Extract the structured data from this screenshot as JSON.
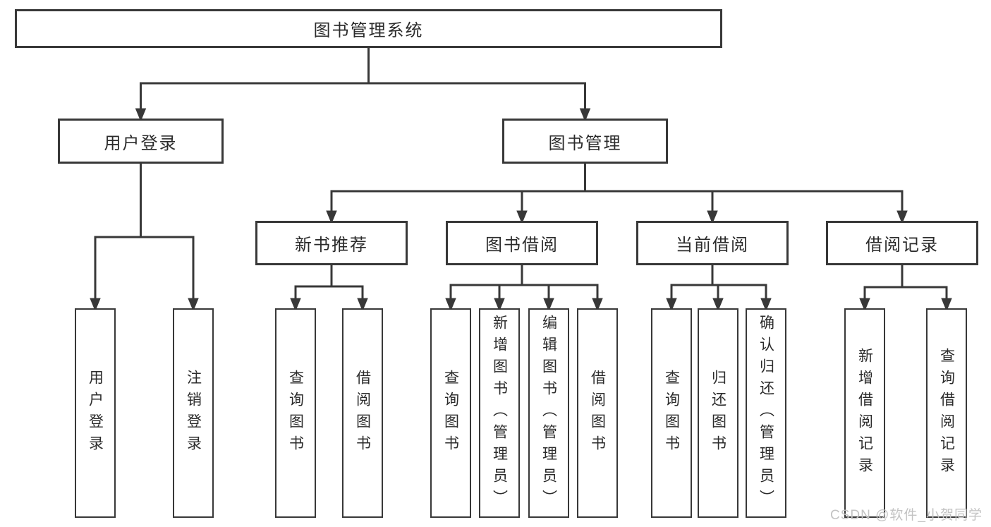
{
  "colors": {
    "line": "#383838",
    "box_border": "#383838",
    "text": "#2b2b2b",
    "watermark": "#c3c3c3",
    "background": "#ffffff"
  },
  "tree": {
    "root": {
      "label": "图书管理系统"
    },
    "branches": [
      {
        "label": "用户登录",
        "leaves": [
          {
            "label": "用户登录"
          },
          {
            "label": "注销登录"
          }
        ]
      },
      {
        "label": "图书管理",
        "groups": [
          {
            "label": "新书推荐",
            "leaves": [
              {
                "label": "查询图书"
              },
              {
                "label": "借阅图书"
              }
            ]
          },
          {
            "label": "图书借阅",
            "leaves": [
              {
                "label": "查询图书"
              },
              {
                "label": "新增图书（管理员）"
              },
              {
                "label": "编辑图书（管理员）"
              },
              {
                "label": "借阅图书"
              }
            ]
          },
          {
            "label": "当前借阅",
            "leaves": [
              {
                "label": "查询图书"
              },
              {
                "label": "归还图书"
              },
              {
                "label": "确认归还（管理员）"
              }
            ]
          },
          {
            "label": "借阅记录",
            "leaves": [
              {
                "label": "新增借阅记录"
              },
              {
                "label": "查询借阅记录"
              }
            ]
          }
        ]
      }
    ]
  },
  "watermark": {
    "text": "CSDN @软件_小贺同学"
  }
}
